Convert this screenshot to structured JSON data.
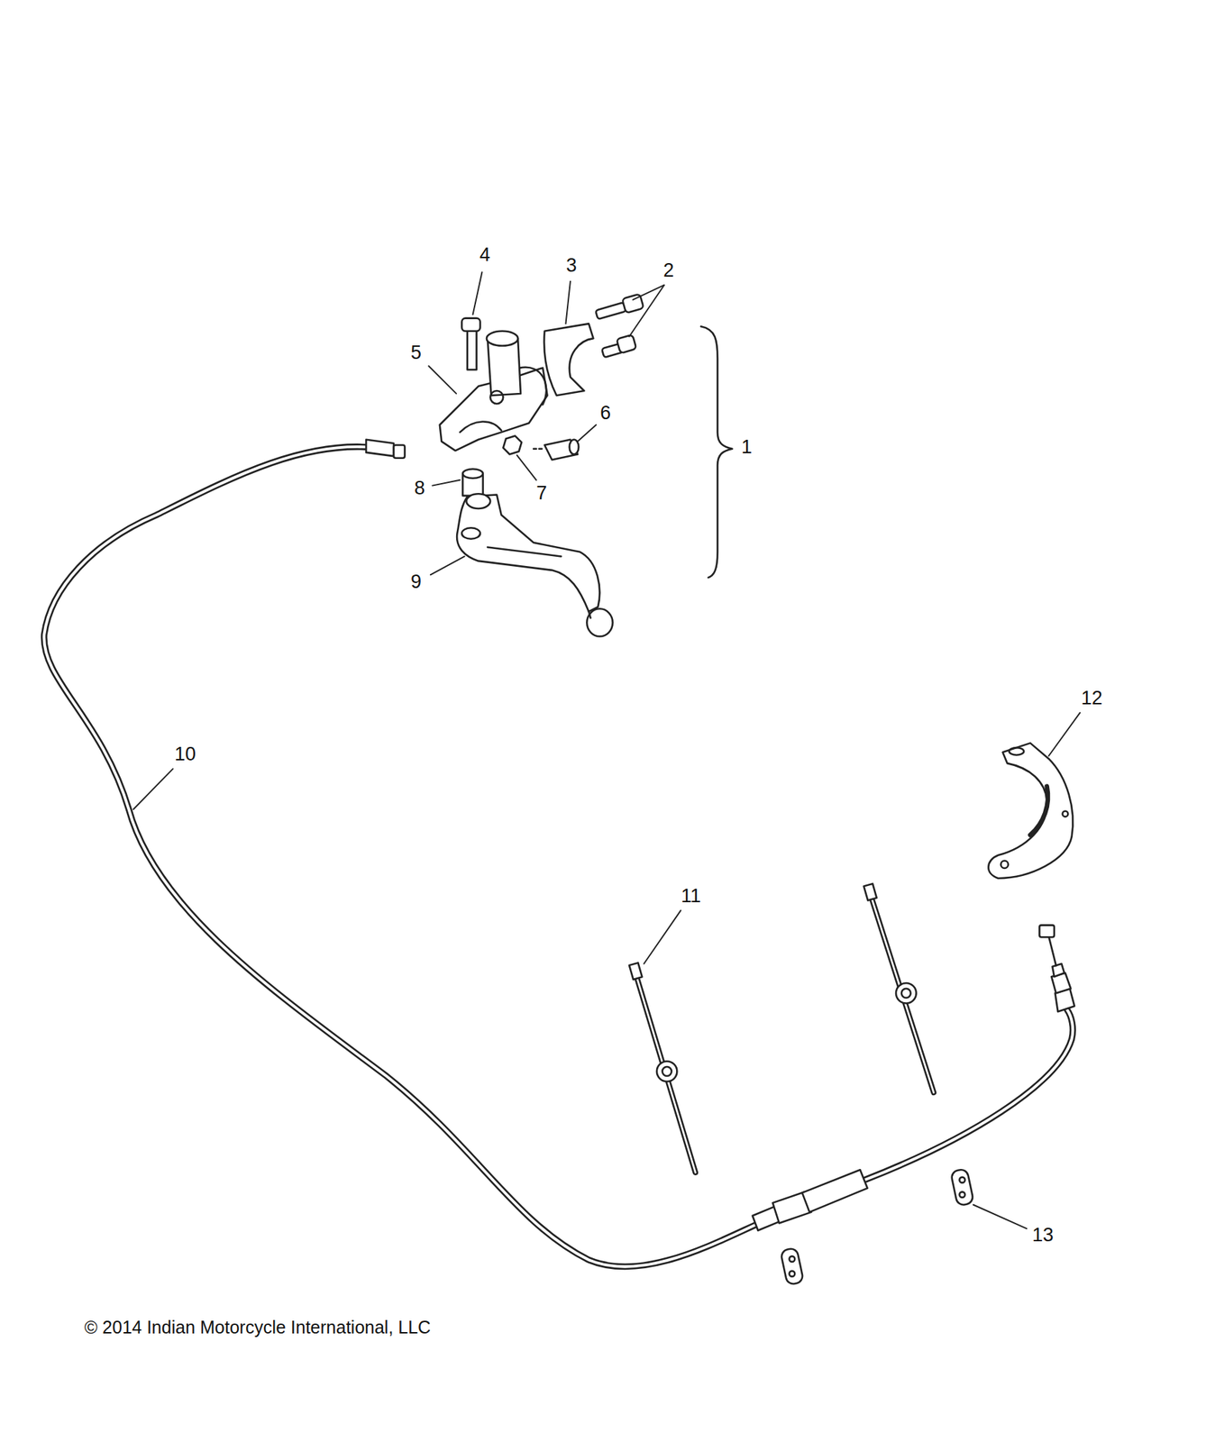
{
  "diagram": {
    "labels": [
      "4",
      "3",
      "2",
      "5",
      "6",
      "1",
      "8",
      "7",
      "9",
      "10",
      "12",
      "11",
      "13",
      "© 2014 Indian Motorcycle International, LLC"
    ]
  }
}
